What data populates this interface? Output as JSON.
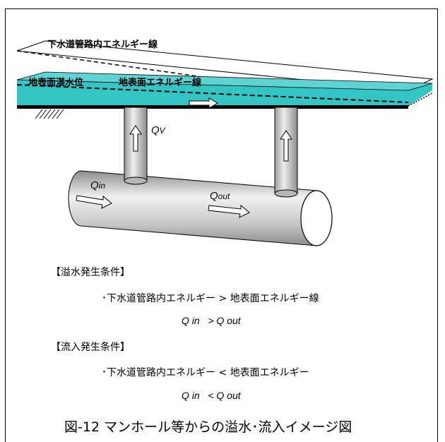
{
  "diagram": {
    "energy_line_label": "下水道管路内エネルギー線",
    "surface_water_label": "地表面湛水位",
    "surface_energy_label": "地表面エネルギー線",
    "qv_main": "Q",
    "qv_sub": "V",
    "qin_main": "Q",
    "qin_sub": "in",
    "qout_main": "Q",
    "qout_sub": "out",
    "colors": {
      "water": "#33c4c4",
      "pipe_light": "#f2f2f2",
      "pipe_mid": "#c8c8c8",
      "pipe_dark": "#8c8c8c"
    }
  },
  "conditions": {
    "overflow_heading": "【溢水発生条件】",
    "overflow_rule": "･下水道管路内エネルギー > 地表面エネルギー線",
    "overflow_formula": "Q in   > Q out",
    "inflow_heading": "【流入発生条件】",
    "inflow_rule": "･下水道管路内エネルギー < 地表面エネルギー",
    "inflow_formula": "Q in   < Q out"
  },
  "caption": "図-12  マンホール等からの溢水･流入イメージ図"
}
